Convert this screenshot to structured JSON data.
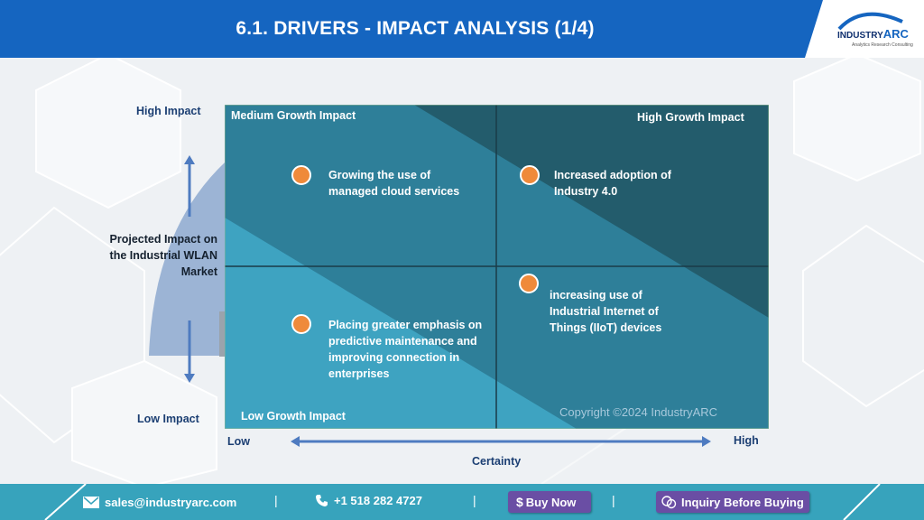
{
  "header": {
    "title": "6.1. DRIVERS - IMPACT ANALYSIS (1/4)",
    "logo_main": "INDUSTRY",
    "logo_accent": "ARC",
    "logo_tagline": "Analytics  Research  Consulting"
  },
  "diagram": {
    "quadrants": {
      "top_left": "Medium Growth Impact",
      "top_right": "High Growth Impact",
      "bottom_left": "Low Growth Impact"
    },
    "drivers": [
      {
        "text": "Growing the use of managed cloud services"
      },
      {
        "text": "Increased adoption of Industry 4.0"
      },
      {
        "text": "increasing use of Industrial Internet of Things (IIoT) devices"
      },
      {
        "text": "Placing greater emphasis on predictive maintenance and improving connection in enterprises"
      }
    ],
    "y_axis": {
      "high": "High Impact",
      "low": "Low Impact",
      "title": "Projected Impact on the Industrial WLAN Market"
    },
    "x_axis": {
      "low": "Low",
      "high": "High",
      "title": "Certainty"
    },
    "copyright": "Copyright ©2024 IndustryARC",
    "colors": {
      "dark": "#235c6c",
      "mid": "#2e7f99",
      "light": "#3ea3c1",
      "dot": "#ef8a3a",
      "axis_arrow": "#4e7bc0"
    }
  },
  "footer": {
    "email": "sales@industryarc.com",
    "phone": "+1 518 282 4727",
    "buy_now": "Buy Now",
    "inquiry": "Inquiry Before Buying",
    "separator": "|"
  }
}
